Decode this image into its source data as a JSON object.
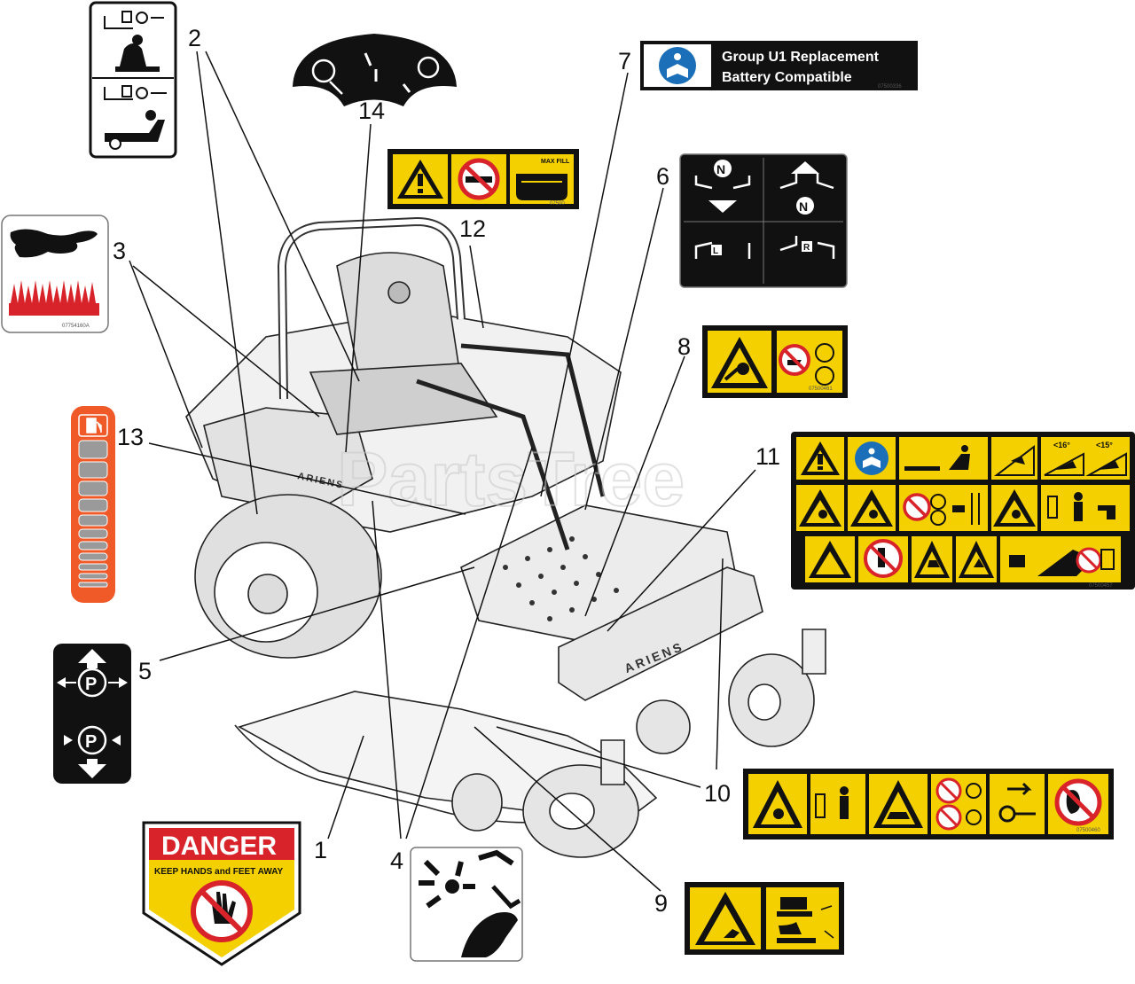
{
  "callouts": [
    "1",
    "2",
    "3",
    "4",
    "5",
    "6",
    "7",
    "8",
    "9",
    "10",
    "11",
    "12",
    "13",
    "14"
  ],
  "decals": {
    "battery": {
      "line1": "Group U1 Replacement",
      "line2": "Battery Compatible",
      "part": "07500336"
    },
    "fuel_warning": {
      "max_fill": "MAX FILL"
    },
    "burn": {
      "part": "07754160A"
    },
    "danger": {
      "title": "DANGER",
      "subtitle": "KEEP HANDS and FEET AWAY"
    },
    "lever": {
      "n": "N",
      "l": "L",
      "r": "R"
    },
    "brake": {
      "p": "P"
    },
    "slope": {
      "a": "<16°",
      "b": "<15°"
    },
    "parts": {
      "p8": "07500461",
      "p11": "07500457",
      "p10": "07500460",
      "p12": "07500"
    }
  },
  "mower": {
    "brand_side": "ARIENS",
    "brand_front": "ARIENS"
  },
  "watermark": "PartsTree",
  "colors": {
    "safety_yellow": "#f4d000",
    "danger_red": "#d8232a",
    "fuel_orange": "#f05a28",
    "info_blue": "#1b6fb8"
  }
}
